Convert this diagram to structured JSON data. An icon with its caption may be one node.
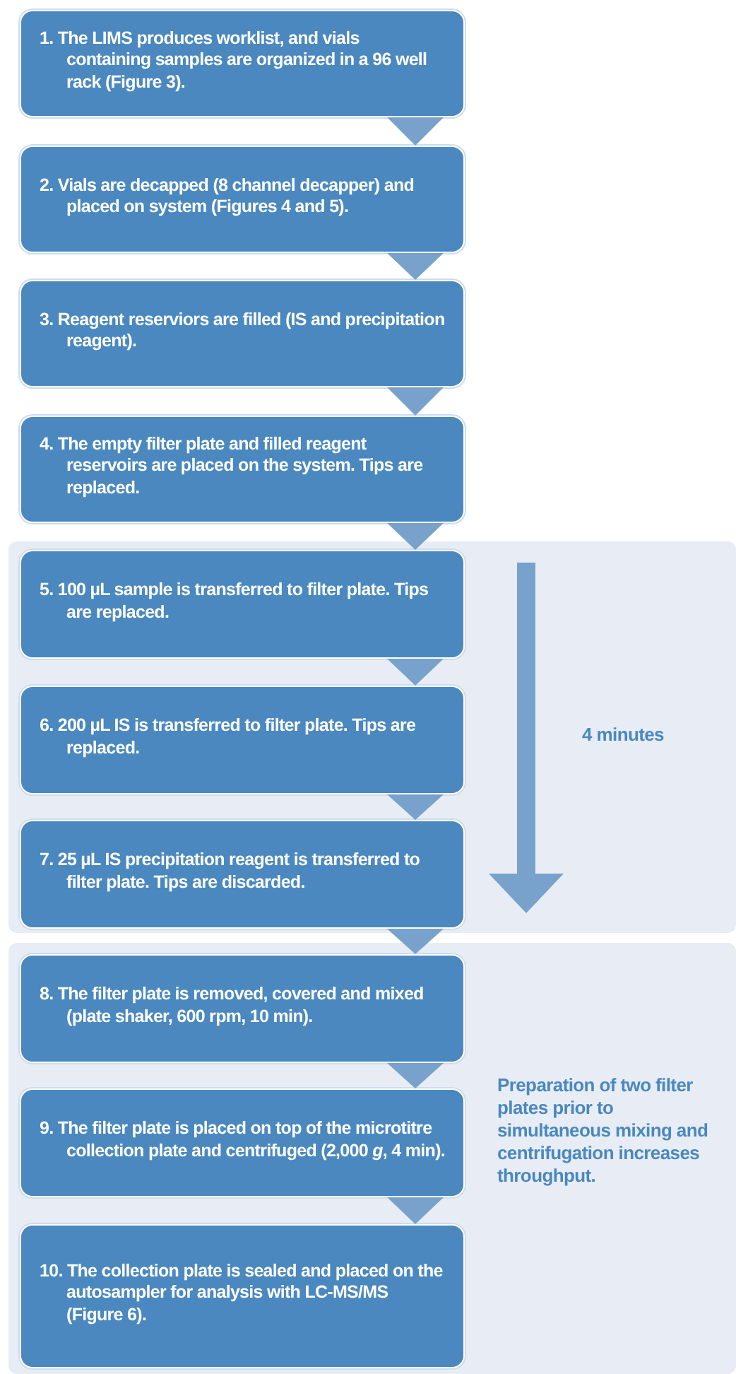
{
  "diagram": {
    "nodes": [
      {
        "text": [
          "1. The LIMS produces worklist, and vials containing samples are organized in a 96 well rack (Figure 3)."
        ]
      },
      {
        "text": [
          "2. Vials are decapped (8 channel decapper) and placed on system (Figures 4 and 5)."
        ]
      },
      {
        "text": [
          "3. Reagent reserviors are filled (IS and precipitation reagent)."
        ]
      },
      {
        "text": [
          "4. The empty filter plate and filled reagent reservoirs are placed on the system. Tips are replaced."
        ]
      },
      {
        "text": [
          "4 minutes"
        ]
      },
      {
        "text": [
          "5. 100 µL sample is transferred to filter plate. Tips are replaced."
        ],
        "in": 4
      },
      {
        "text": [
          "6. 200 µL IS is transferred to filter plate. Tips are replaced."
        ],
        "in": 4
      },
      {
        "text": [
          "7. 25 µL IS precipitation reagent is transferred to filter plate. Tips are discarded."
        ],
        "in": 4
      },
      {
        "text": [
          "Preparation of two filter plates prior to simultaneous mixing and centrifugation increases throughput."
        ]
      },
      {
        "text": [
          "8. The filter plate is removed, covered and mixed (plate shaker, 600 rpm, 10 min)."
        ],
        "in": 8
      },
      {
        "text": [
          "9. The filter plate is placed on top of the microtitre collection plate and centrifuged (2,000 *g*, 4 min)."
        ],
        "in": 8
      },
      {
        "text": [
          "10. The collection plate is sealed and placed on the autosampler for analysis with LC-MS/MS (Figure 6)."
        ],
        "in": 8
      }
    ],
    "edges": [
      {
        "from": 0,
        "to": 1,
        "arrow": "to"
      },
      {
        "from": 1,
        "to": 2,
        "arrow": "to"
      },
      {
        "from": 2,
        "to": 3,
        "arrow": "to"
      },
      {
        "from": 3,
        "to": 5,
        "arrow": "to"
      },
      {
        "from": 5,
        "to": 6,
        "arrow": "to"
      },
      {
        "from": 6,
        "to": 7,
        "arrow": "to"
      },
      {
        "from": 7,
        "to": 9,
        "arrow": "to"
      },
      {
        "from": 9,
        "to": 10,
        "arrow": "to"
      },
      {
        "from": 10,
        "to": 11,
        "arrow": "to"
      }
    ]
  }
}
